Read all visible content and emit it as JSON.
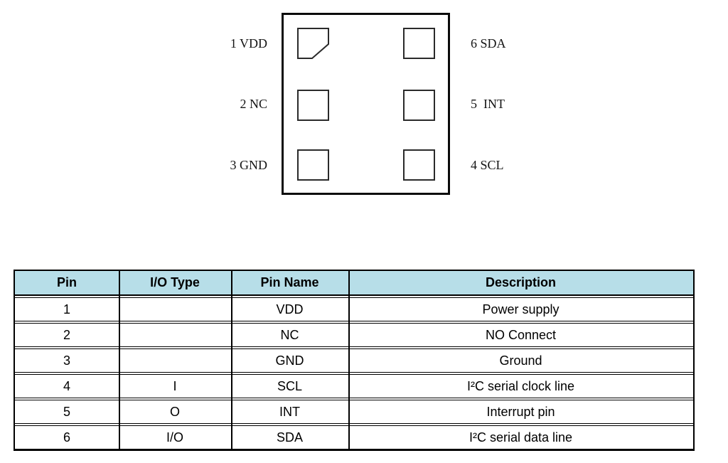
{
  "colors": {
    "table_header_bg": "#b7dee8",
    "line": "#000000"
  },
  "diagram": {
    "left_labels": [
      "1 VDD",
      "2 NC",
      "3 GND"
    ],
    "right_labels": [
      "6 SDA",
      "5  INT",
      "4 SCL"
    ],
    "pads": [
      {
        "pin": 1,
        "position": "top-left",
        "chamfered": true
      },
      {
        "pin": 2,
        "position": "middle-left",
        "chamfered": false
      },
      {
        "pin": 3,
        "position": "bottom-left",
        "chamfered": false
      },
      {
        "pin": 6,
        "position": "top-right",
        "chamfered": false
      },
      {
        "pin": 5,
        "position": "middle-right",
        "chamfered": false
      },
      {
        "pin": 4,
        "position": "bottom-right",
        "chamfered": false
      }
    ]
  },
  "table": {
    "headers": [
      "Pin",
      "I/O Type",
      "Pin Name",
      "Description"
    ],
    "rows": [
      [
        "1",
        "",
        "VDD",
        "Power supply"
      ],
      [
        "2",
        "",
        "NC",
        "NO Connect"
      ],
      [
        "3",
        "",
        "GND",
        "Ground"
      ],
      [
        "4",
        "I",
        "SCL",
        "I²C serial clock line"
      ],
      [
        "5",
        "O",
        "INT",
        "Interrupt pin"
      ],
      [
        "6",
        "I/O",
        "SDA",
        "I²C serial data line"
      ]
    ]
  }
}
